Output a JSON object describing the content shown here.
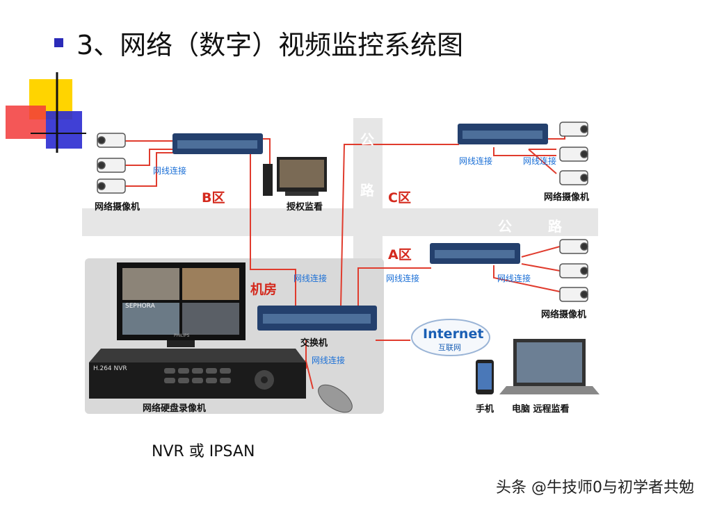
{
  "title": "3、网络（数字）视频监控系统图",
  "zones": {
    "b": "B区",
    "c": "C区",
    "a": "A区",
    "machine_room": "机房"
  },
  "road_labels": {
    "vertical_1": "公",
    "vertical_2": "路",
    "horizontal_1": "公",
    "horizontal_2": "路"
  },
  "device_labels": {
    "camera_b": "网络摄像机",
    "camera_c": "网络摄像机",
    "camera_a": "网络摄像机",
    "auth_monitor": "授权监看",
    "switch": "交换机",
    "nvr": "网络硬盘录像机",
    "phone": "手机",
    "pc_remote": "电脑  远程监看"
  },
  "link_labels": {
    "b": "网线连接",
    "c_left": "网线连接",
    "c_right": "网线连接",
    "room": "网线连接",
    "a_left": "网线连接",
    "a_right": "网线连接",
    "nvr": "网线连接"
  },
  "internet": {
    "en": "Internet",
    "zh": "互联网"
  },
  "nvr_panel": {
    "model": "H.264  NVR",
    "brand": "PHILIPS",
    "monitor_sign": "SEPHORA"
  },
  "caption": "NVR  或  IPSAN",
  "watermark": "头条 @牛技师0与初学者共勉",
  "colors": {
    "bullet": "#2b2bb8",
    "cable": "#e03b2d",
    "zone": "#d42a1e",
    "link_text": "#1a6fd6",
    "road": "#e6e6e6"
  }
}
